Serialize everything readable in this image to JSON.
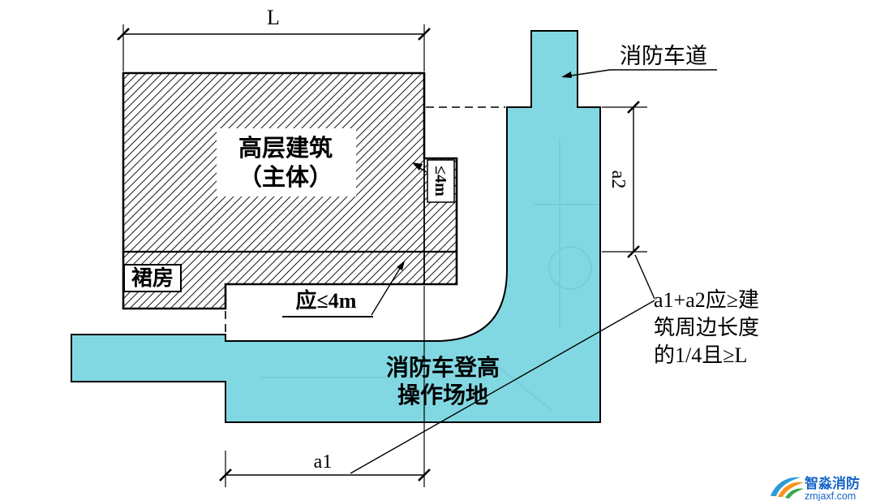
{
  "diagram": {
    "dims": {
      "l": "L",
      "a1": "a1",
      "a2": "a2"
    },
    "building": {
      "line1": "高层建筑",
      "line2": "（主体）",
      "podium": "裙房"
    },
    "annotations": {
      "protrusion_dim": "≤4m",
      "gap_note": "应≤4m",
      "fire_lane": "消防车道",
      "site_line1": "消防车登高",
      "site_line2": "操作场地",
      "note_line1": "a1+a2应≥建",
      "note_line2": "筑周边长度",
      "note_line3": "的1/4且≥L"
    },
    "colors": {
      "site_fill": "#82d8e2",
      "line": "#111111",
      "brand_blue": "#1565c8",
      "brand_orange": "#f7941d",
      "brand_green": "#3aa848",
      "brand_lightblue": "#2e9bd6"
    }
  },
  "watermark": {
    "brand": "智淼消防",
    "site": "zmjaxf.com"
  }
}
